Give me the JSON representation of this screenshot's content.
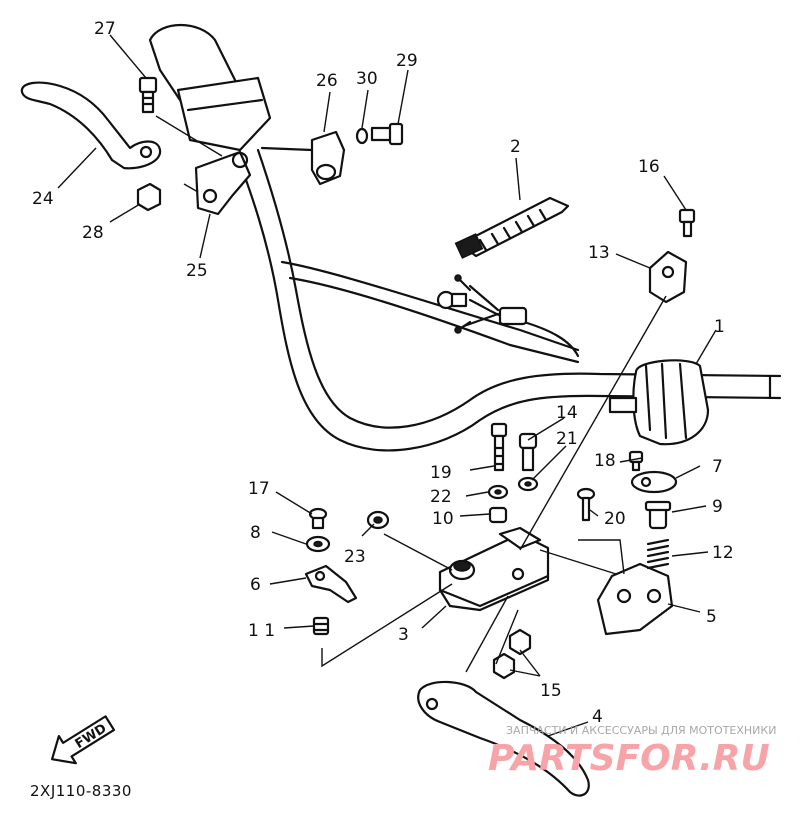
{
  "diagram": {
    "drawing_code": "2XJ110-8330",
    "direction_marker": "FWD",
    "callouts": [
      {
        "id": "c1",
        "label": "1"
      },
      {
        "id": "c2",
        "label": "2"
      },
      {
        "id": "c3",
        "label": "3"
      },
      {
        "id": "c4",
        "label": "4"
      },
      {
        "id": "c5",
        "label": "5"
      },
      {
        "id": "c6",
        "label": "6"
      },
      {
        "id": "c7",
        "label": "7"
      },
      {
        "id": "c8",
        "label": "8"
      },
      {
        "id": "c9",
        "label": "9"
      },
      {
        "id": "c10",
        "label": "10"
      },
      {
        "id": "c11",
        "label": "1 1"
      },
      {
        "id": "c12",
        "label": "12"
      },
      {
        "id": "c13",
        "label": "13"
      },
      {
        "id": "c14",
        "label": "14"
      },
      {
        "id": "c15",
        "label": "15"
      },
      {
        "id": "c16",
        "label": "16"
      },
      {
        "id": "c17",
        "label": "17"
      },
      {
        "id": "c18",
        "label": "18"
      },
      {
        "id": "c19",
        "label": "19"
      },
      {
        "id": "c20",
        "label": "20"
      },
      {
        "id": "c21",
        "label": "21"
      },
      {
        "id": "c22",
        "label": "22"
      },
      {
        "id": "c23",
        "label": "23"
      },
      {
        "id": "c24",
        "label": "24"
      },
      {
        "id": "c25",
        "label": "25"
      },
      {
        "id": "c26",
        "label": "26"
      },
      {
        "id": "c27",
        "label": "27"
      },
      {
        "id": "c28",
        "label": "28"
      },
      {
        "id": "c29",
        "label": "29"
      },
      {
        "id": "c30",
        "label": "30"
      }
    ]
  },
  "watermark": {
    "subtitle": "ЗАПЧАСТИ И АКСЕССУАРЫ ДЛЯ МОТОТЕХНИКИ",
    "brand": "PARTSFOR.RU"
  }
}
